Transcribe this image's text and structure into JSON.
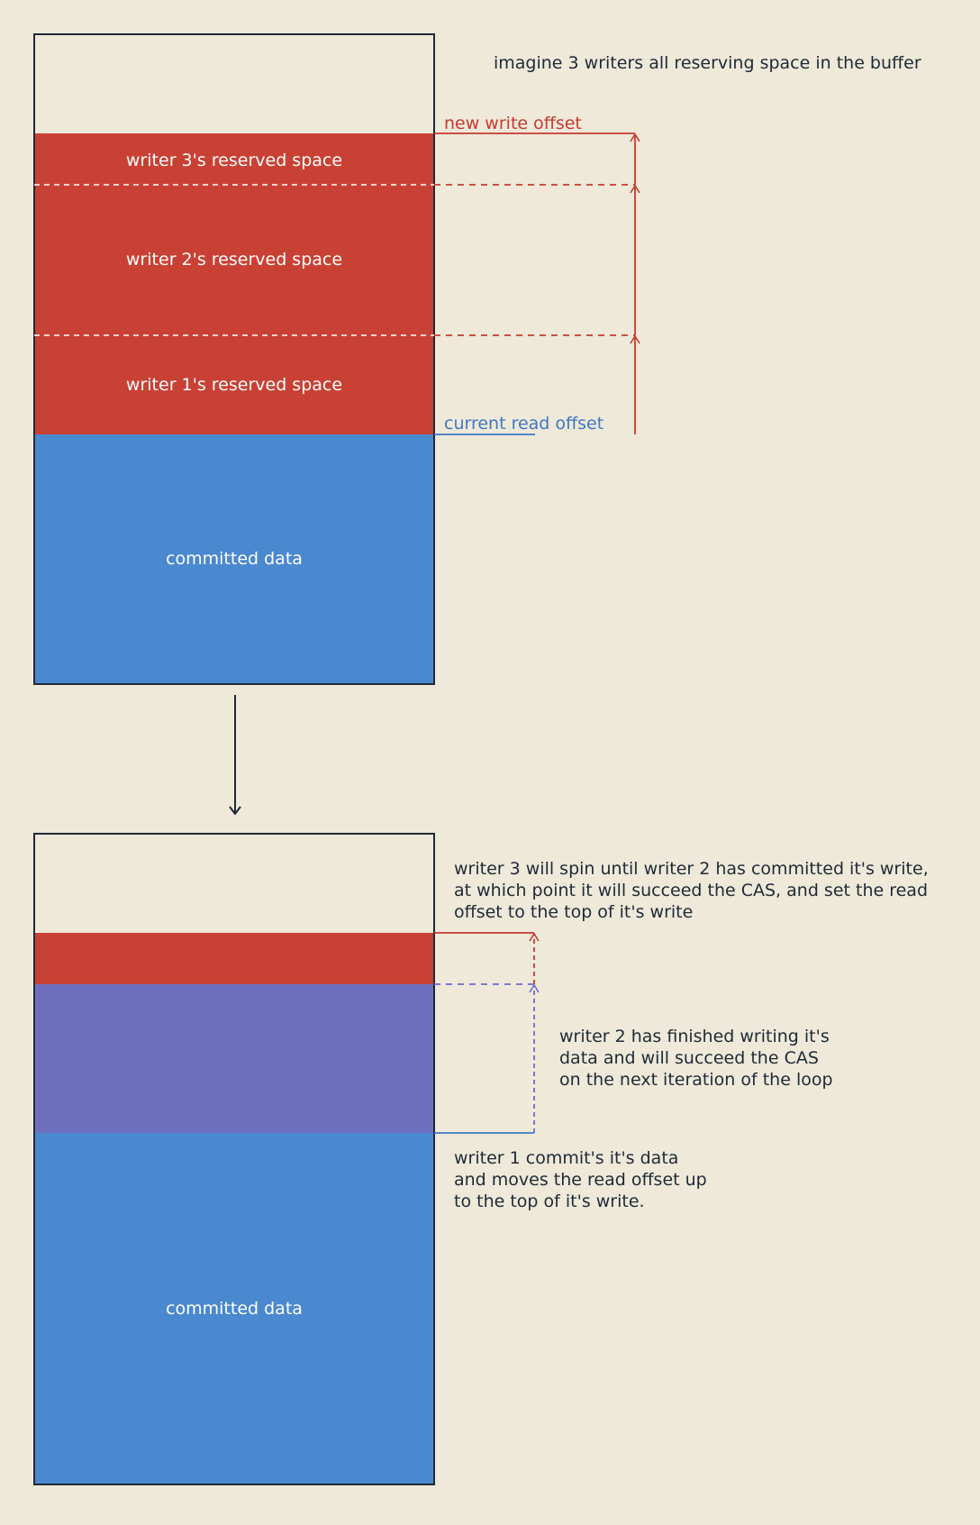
{
  "colors": {
    "background": "#efe9da",
    "reserved": "#c94134",
    "committed": "#4a88d0",
    "finished": "#6f6fbf",
    "outline": "#1e2a36",
    "red_line": "#c63a30",
    "blue_line": "#3f78c4",
    "purple_line": "#6b6bd4"
  },
  "top": {
    "note": "imagine 3 writers all reserving space in the buffer",
    "writer3": "writer 3's reserved space",
    "writer2": "writer 2's reserved space",
    "writer1": "writer 1's reserved space",
    "committed": "committed data",
    "new_write_offset": "new write offset",
    "current_read_offset": "current read offset"
  },
  "bottom": {
    "writer3_note": [
      "writer 3 will spin until writer 2 has committed it's write,",
      "at which point it will succeed the CAS, and set the read",
      "offset to the top of it's write"
    ],
    "writer2_note": [
      "writer 2 has finished writing it's",
      "data and will succeed the CAS",
      "on the next iteration of the loop"
    ],
    "writer1_note": [
      "writer 1 commit's it's data",
      "and moves the read offset up",
      "to the top of it's write."
    ],
    "committed": "committed data"
  }
}
